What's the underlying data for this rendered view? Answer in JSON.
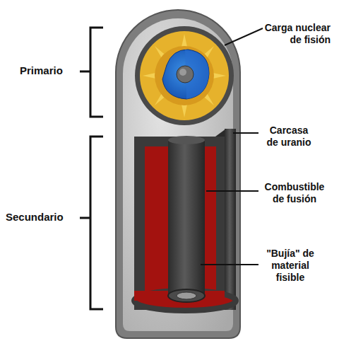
{
  "diagram": {
    "labels": [
      "Carga nuclear de fisión",
      "Primario",
      "Carcasa de uranio",
      "Combustible de fusión",
      "Secundario",
      "\"Bujía\" de material fisible"
    ]
  }
}
